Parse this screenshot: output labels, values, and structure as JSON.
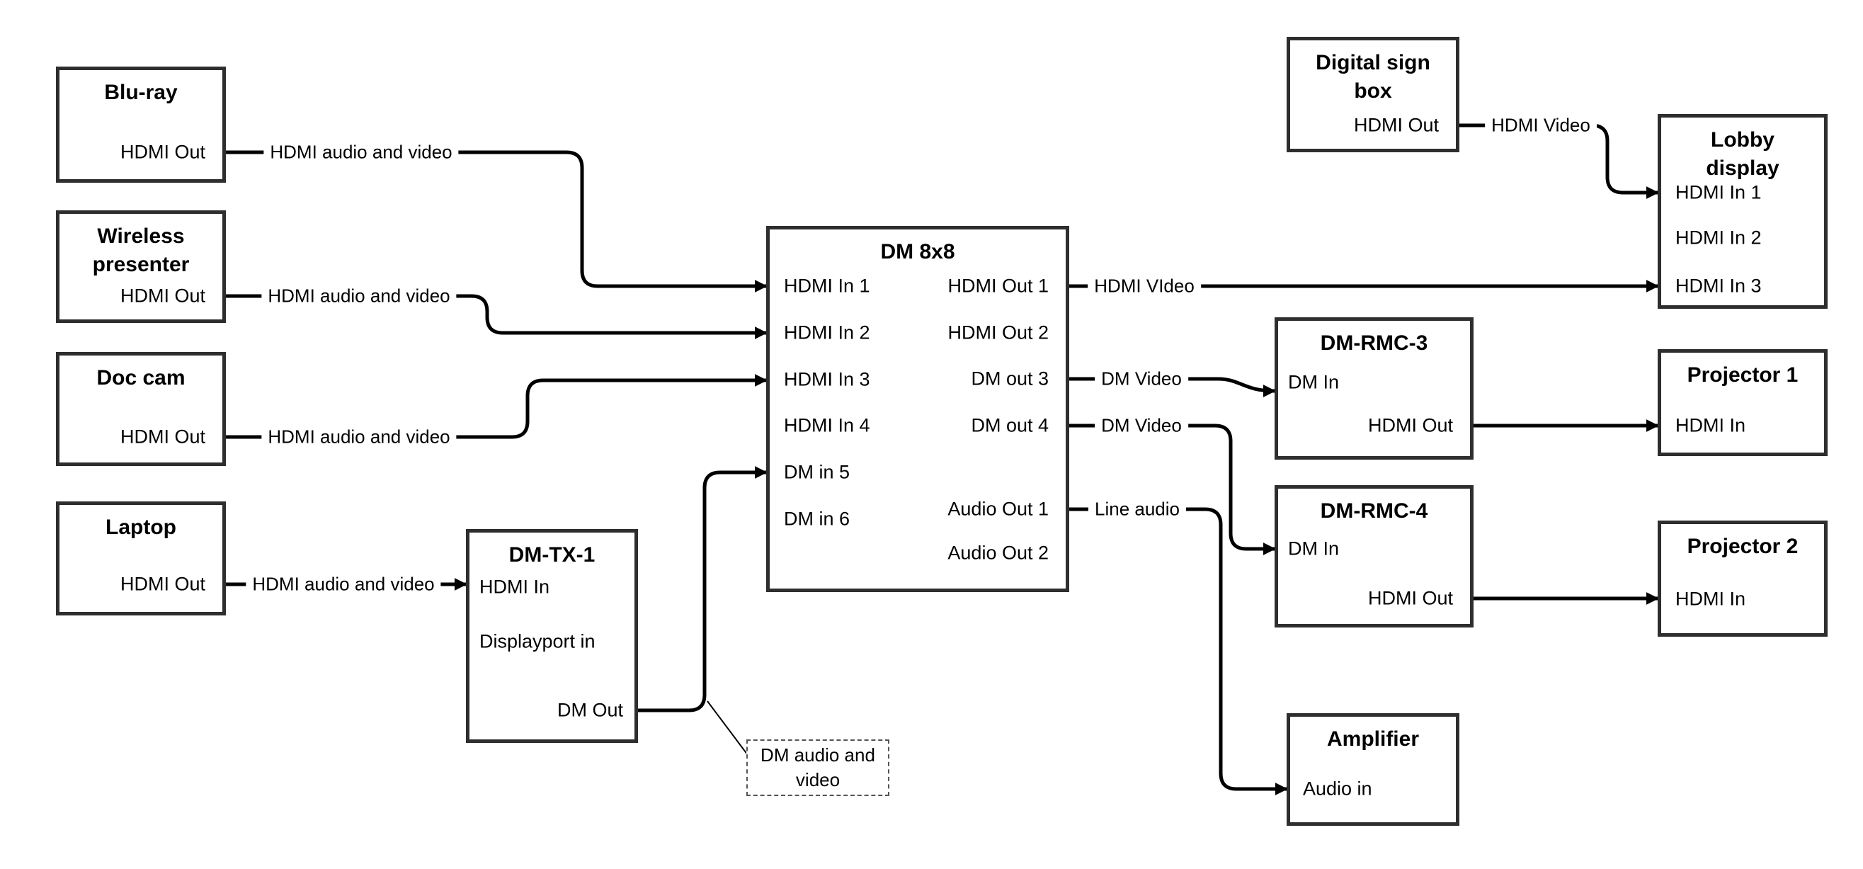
{
  "nodes": {
    "bluray": {
      "title": "Blu-ray",
      "ports": [
        "HDMI Out"
      ]
    },
    "wireless": {
      "title": "Wireless presenter",
      "ports": [
        "HDMI Out"
      ]
    },
    "doccam": {
      "title": "Doc cam",
      "ports": [
        "HDMI Out"
      ]
    },
    "laptop": {
      "title": "Laptop",
      "ports": [
        "HDMI Out"
      ]
    },
    "dmtx1": {
      "title": "DM-TX-1",
      "ports": [
        "HDMI In",
        "Displayport in",
        "DM Out"
      ]
    },
    "dm8x8": {
      "title": "DM 8x8",
      "left_ports": [
        "HDMI In 1",
        "HDMI In 2",
        "HDMI In 3",
        "HDMI In 4",
        "DM in 5",
        "DM in 6"
      ],
      "right_ports": [
        "HDMI Out 1",
        "HDMI Out 2",
        "DM out 3",
        "DM out 4",
        "Audio Out 1",
        "Audio Out 2"
      ]
    },
    "signbox": {
      "title": "Digital sign box",
      "ports": [
        "HDMI Out"
      ]
    },
    "lobby": {
      "title": "Lobby display",
      "ports": [
        "HDMI In 1",
        "HDMI In 2",
        "HDMI In 3"
      ]
    },
    "rmc3": {
      "title": "DM-RMC-3",
      "ports": [
        "DM In",
        "HDMI Out"
      ]
    },
    "proj1": {
      "title": "Projector 1",
      "ports": [
        "HDMI In"
      ]
    },
    "rmc4": {
      "title": "DM-RMC-4",
      "ports": [
        "DM In",
        "HDMI Out"
      ]
    },
    "proj2": {
      "title": "Projector 2",
      "ports": [
        "HDMI In"
      ]
    },
    "amp": {
      "title": "Amplifier",
      "ports": [
        "Audio in"
      ]
    }
  },
  "edge_labels": {
    "bluray_dm": "HDMI audio and video",
    "wireless_dm": "HDMI audio and video",
    "doccam_dm": "HDMI audio and video",
    "laptop_tx": "HDMI audio and video",
    "out1_lobby": "HDMI VIdeo",
    "out3_rmc3": "DM Video",
    "out4_rmc4": "DM Video",
    "audio1_amp": "Line audio",
    "sign_lobby": "HDMI Video"
  },
  "note": {
    "text": "DM audio and video"
  },
  "colors": {
    "wire": "#000000",
    "box_border": "#2e2e2e",
    "background": "#ffffff"
  }
}
